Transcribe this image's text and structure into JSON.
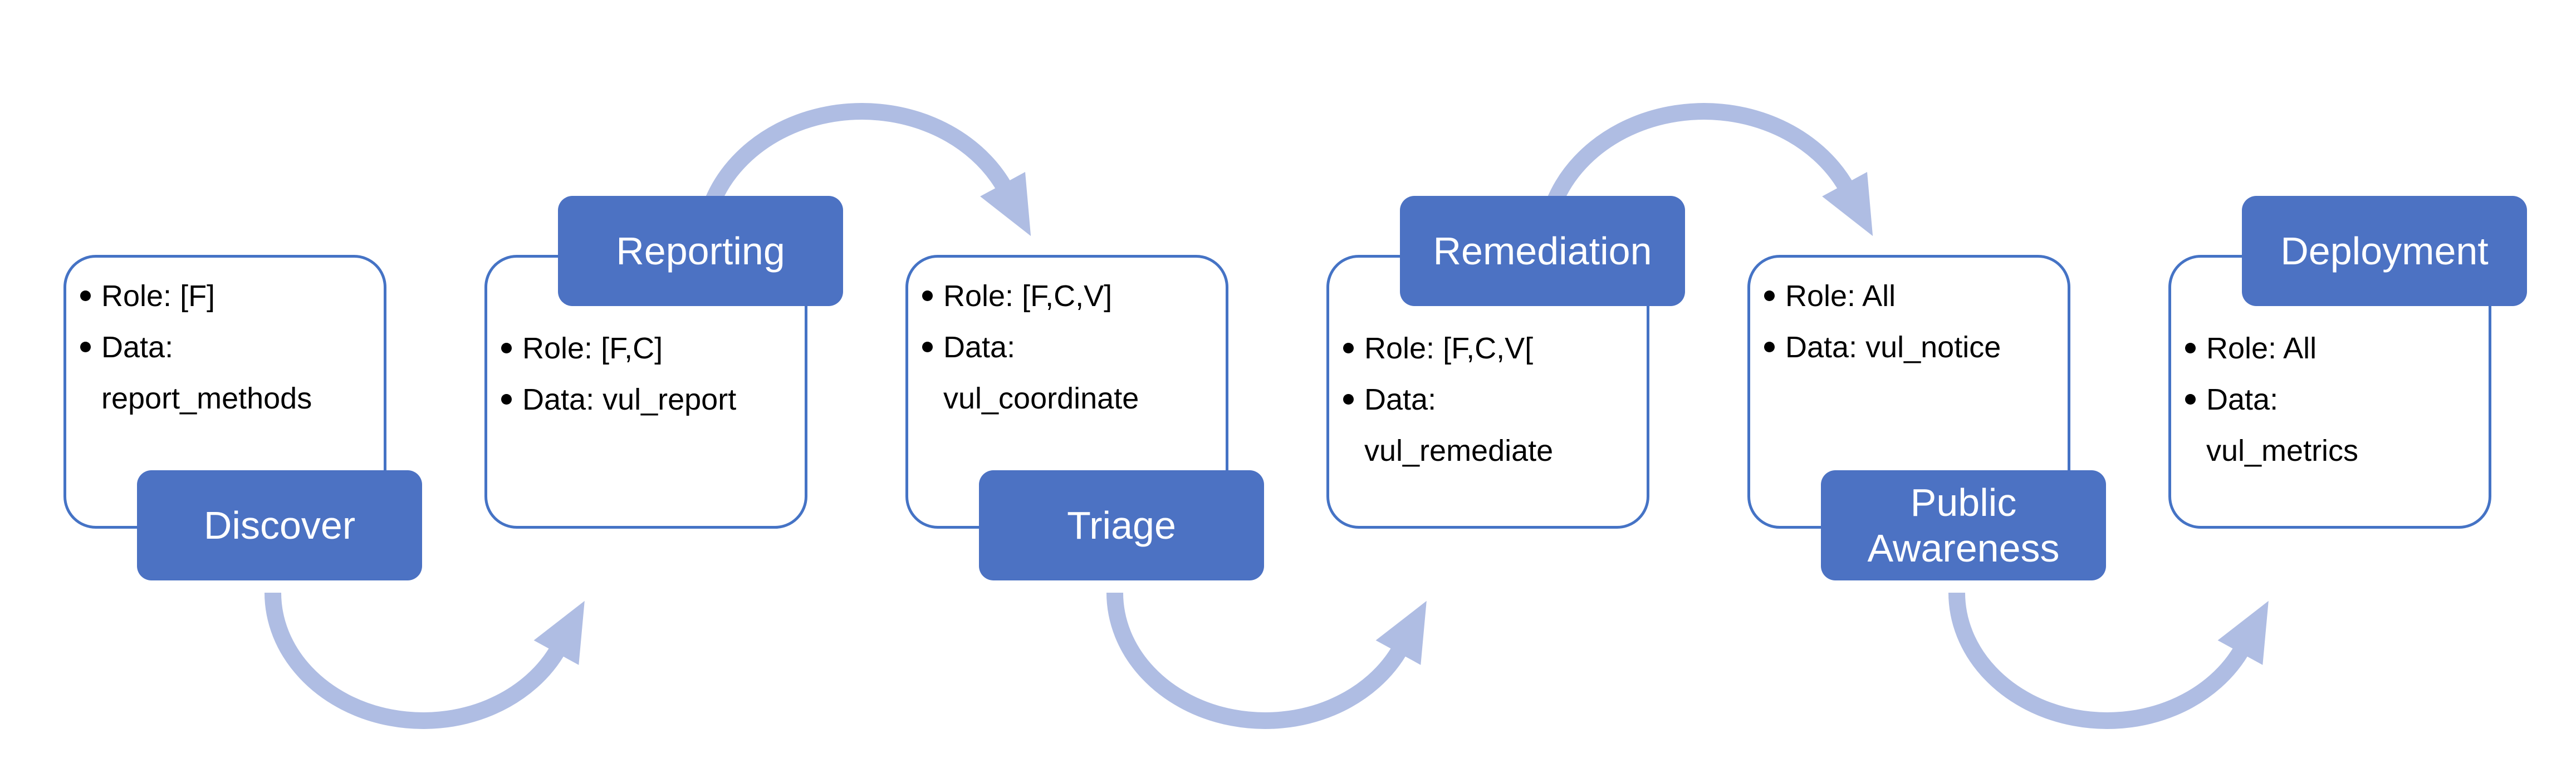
{
  "diagram": {
    "type": "process-flow",
    "background": "#ffffff",
    "colors": {
      "label_fill": "#4C72C3",
      "label_text": "#ffffff",
      "panel_border": "#4573C5",
      "panel_fill": "#ffffff",
      "body_text": "#000000",
      "arrow": "#AFBDE3"
    },
    "stages": [
      {
        "label": "Discover",
        "label_lines": [
          "Discover"
        ],
        "label_position": "bottom",
        "bullets": [
          {
            "lines": [
              "Role: [F]"
            ]
          },
          {
            "lines": [
              "Data:",
              "report_methods"
            ]
          }
        ]
      },
      {
        "label": "Reporting",
        "label_lines": [
          "Reporting"
        ],
        "label_position": "top",
        "bullets": [
          {
            "lines": [
              "Role: [F,C]"
            ]
          },
          {
            "lines": [
              "Data: vul_report"
            ]
          }
        ]
      },
      {
        "label": "Triage",
        "label_lines": [
          "Triage"
        ],
        "label_position": "bottom",
        "bullets": [
          {
            "lines": [
              "Role: [F,C,V]"
            ]
          },
          {
            "lines": [
              "Data:",
              "vul_coordinate"
            ]
          }
        ]
      },
      {
        "label": "Remediation",
        "label_lines": [
          "Remediation"
        ],
        "label_position": "top",
        "bullets": [
          {
            "lines": [
              "Role: [F,C,V["
            ]
          },
          {
            "lines": [
              "Data:",
              "vul_remediate"
            ]
          }
        ]
      },
      {
        "label": "Public Awareness",
        "label_lines": [
          "Public",
          "Awareness"
        ],
        "label_position": "bottom",
        "bullets": [
          {
            "lines": [
              "Role: All"
            ]
          },
          {
            "lines": [
              "Data: vul_notice"
            ]
          }
        ]
      },
      {
        "label": "Deployment",
        "label_lines": [
          "Deployment"
        ],
        "label_position": "top",
        "bullets": [
          {
            "lines": [
              "Role: All"
            ]
          },
          {
            "lines": [
              "Data:",
              "vul_metrics"
            ]
          }
        ]
      }
    ],
    "arrows": [
      {
        "from": "Discover",
        "to": "Reporting",
        "side": "bottom"
      },
      {
        "from": "Reporting",
        "to": "Triage",
        "side": "top"
      },
      {
        "from": "Triage",
        "to": "Remediation",
        "side": "bottom"
      },
      {
        "from": "Remediation",
        "to": "Public Awareness",
        "side": "top"
      },
      {
        "from": "Public Awareness",
        "to": "Deployment",
        "side": "bottom"
      }
    ]
  }
}
